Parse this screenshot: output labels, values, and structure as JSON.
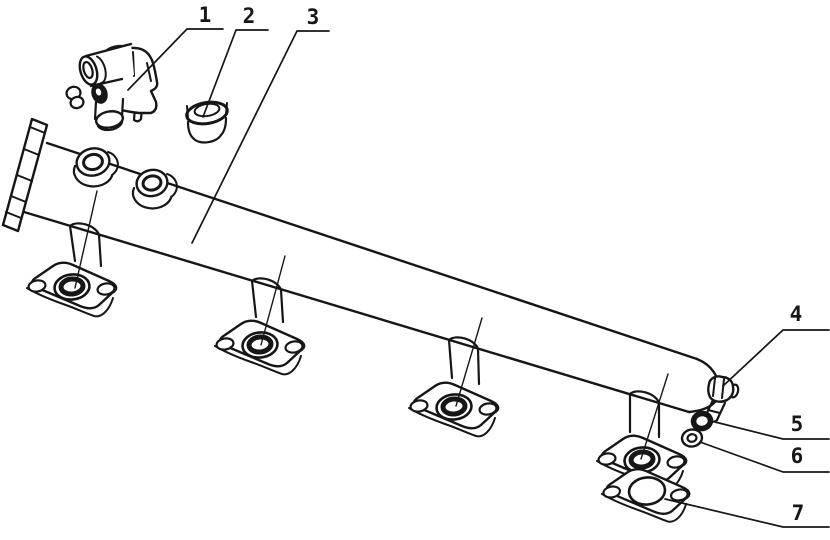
{
  "figure": {
    "kind": "exploded-parts-line-drawing",
    "background_color": "#ffffff",
    "line_color": "#161616",
    "callouts": [
      {
        "number": "1"
      },
      {
        "number": "2"
      },
      {
        "number": "3"
      },
      {
        "number": "4"
      },
      {
        "number": "5"
      },
      {
        "number": "6"
      },
      {
        "number": "7"
      }
    ]
  }
}
